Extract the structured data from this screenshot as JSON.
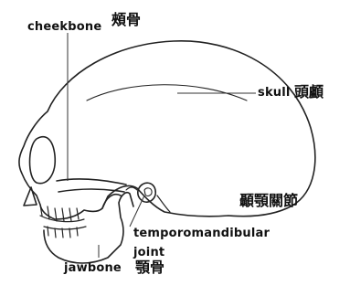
{
  "labels": {
    "cheekbone": {
      "en": "cheekbone",
      "zh": "頰骨"
    },
    "skull": {
      "en": "skull",
      "zh": "頭顱"
    },
    "tmj": {
      "zh": "顳顎關節",
      "en_line1": "temporomandibular",
      "en_line2": "joint"
    },
    "jawbone": {
      "en": "jawbone",
      "zh": "顎骨"
    }
  },
  "colors": {
    "outline": "#222222",
    "leader": "#333333",
    "text": "#111111"
  }
}
